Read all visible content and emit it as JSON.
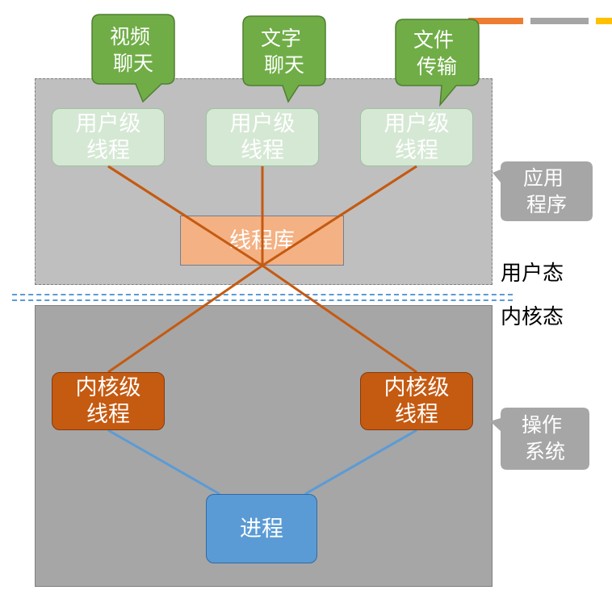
{
  "apps": [
    {
      "label": "视频\n聊天"
    },
    {
      "label": "文字\n聊天"
    },
    {
      "label": "文件\n传输"
    }
  ],
  "user_threads": [
    {
      "label": "用户级\n线程"
    },
    {
      "label": "用户级\n线程"
    },
    {
      "label": "用户级\n线程"
    }
  ],
  "thread_library": {
    "label": "线程库"
  },
  "kernel_threads": [
    {
      "label": "内核级\n线程"
    },
    {
      "label": "内核级\n线程"
    }
  ],
  "process": {
    "label": "进程"
  },
  "side_labels": {
    "application": "应用\n程序",
    "os": "操作\n系统"
  },
  "modes": {
    "user_mode": "用户态",
    "kernel_mode": "内核态"
  },
  "colors": {
    "app_bubble": "#70ad47",
    "user_thread": "#d5e8d4",
    "thread_library": "#f4b183",
    "kernel_thread": "#c55a11",
    "process": "#5b9bd5",
    "mapping_line_user": "#c55a11",
    "mapping_line_kernel": "#5b9bd5",
    "side_callout": "#a6a6a6"
  }
}
